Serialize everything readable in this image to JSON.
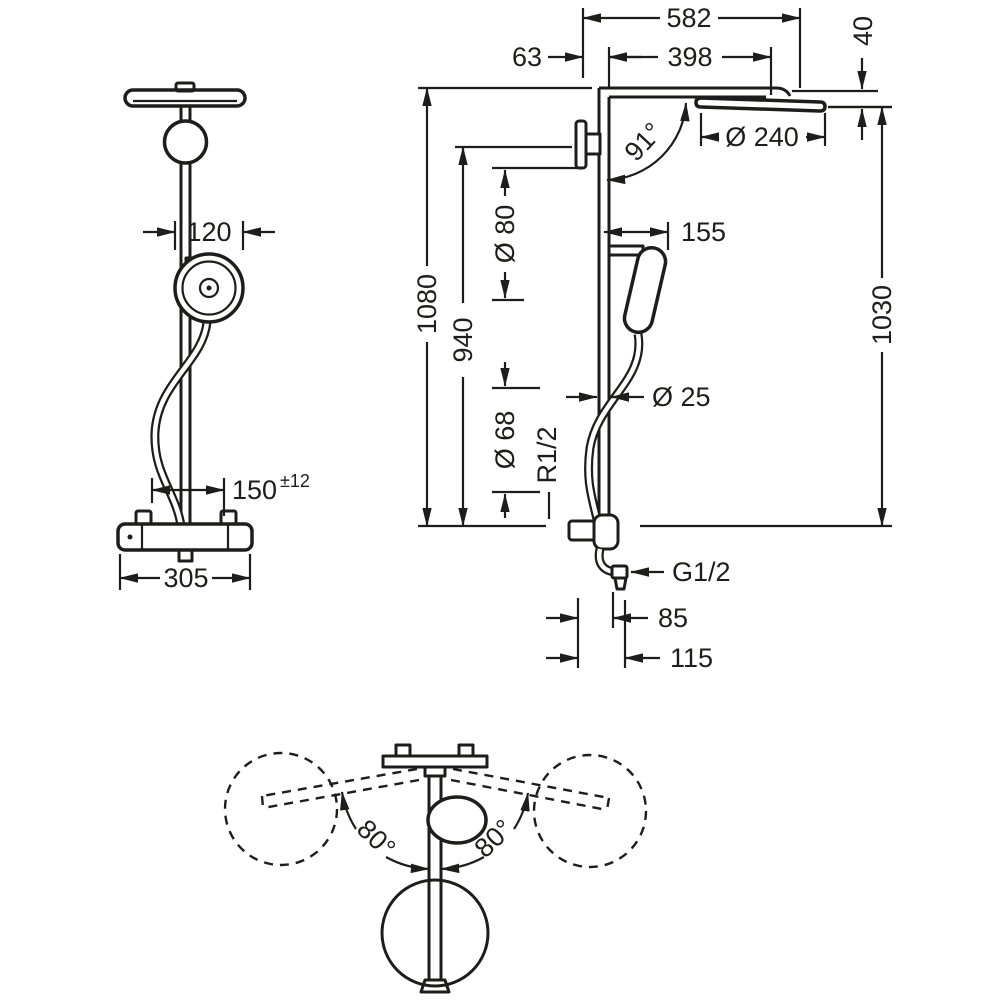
{
  "meta": {
    "background": "#ffffff",
    "line_color": "#1d1d1b",
    "subject": "thermostatic-showerpipe-dimension-drawing"
  },
  "front": {
    "handshower_diameter": "120",
    "hose_projection": "150",
    "hose_projection_tol": "±12",
    "thermostat_width": "305"
  },
  "side": {
    "overall_top_width": "582",
    "head_drop": "40",
    "wall_offset": "63",
    "arm_length": "398",
    "head_diameter": "Ø 240",
    "head_angle": "91°",
    "escutcheon_diameter": "Ø 80",
    "handshower_offset": "155",
    "height_total": "1080",
    "height_pipe": "940",
    "height_head": "1030",
    "pipe_diameter": "Ø 25",
    "valve_diameter": "Ø 68",
    "wall_thread": "R1/2",
    "outlet_thread": "G1/2",
    "outlet_offset_a": "85",
    "outlet_offset_b": "115"
  },
  "top": {
    "swivel_left": "80°",
    "swivel_right": "80°"
  }
}
